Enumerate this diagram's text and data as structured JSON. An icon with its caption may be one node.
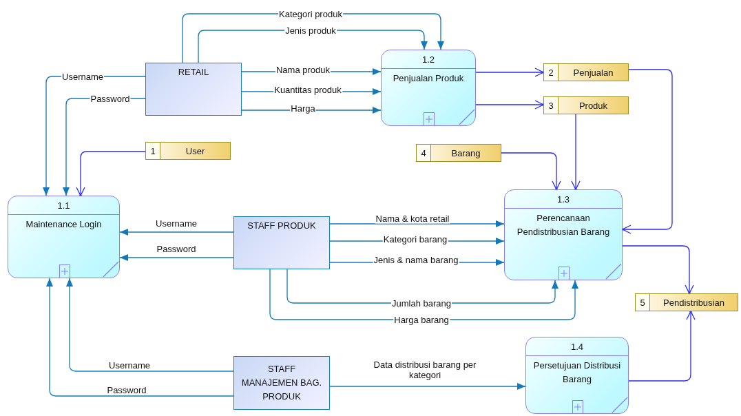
{
  "diagram": {
    "nodes": [
      {
        "text": [
          "RETAIL"
        ]
      },
      {
        "text": [
          "1.2",
          "Penjualan Produk"
        ]
      },
      {
        "text": [
          "2",
          "Penjualan"
        ]
      },
      {
        "text": [
          "3",
          "Produk"
        ]
      },
      {
        "text": [
          "1",
          "User"
        ]
      },
      {
        "text": [
          "4",
          "Barang"
        ]
      },
      {
        "text": [
          "1.1",
          "Maintenance Login"
        ]
      },
      {
        "text": [
          "STAFF PRODUK"
        ]
      },
      {
        "text": [
          "1.3",
          "Perencanaan Pendistribusian Barang"
        ]
      },
      {
        "text": [
          "5",
          "Pendistribusian"
        ]
      },
      {
        "text": [
          "STAFF MANAJEMEN BAG. PRODUK"
        ]
      },
      {
        "text": [
          "1.4",
          "Persetujuan Distribusi Barang"
        ]
      }
    ],
    "edges": [
      {
        "from": 0,
        "to": 1,
        "arrow": "to",
        "label": "Kategori produk"
      },
      {
        "from": 0,
        "to": 1,
        "arrow": "to",
        "label": "Jenis produk"
      },
      {
        "from": 0,
        "to": 1,
        "arrow": "to",
        "label": "Nama produk"
      },
      {
        "from": 0,
        "to": 1,
        "arrow": "to",
        "label": "Kuantitas produk"
      },
      {
        "from": 0,
        "to": 1,
        "arrow": "to",
        "label": "Harga"
      },
      {
        "from": 0,
        "to": 6,
        "arrow": "to",
        "label": "Username"
      },
      {
        "from": 0,
        "to": 6,
        "arrow": "to",
        "label": "Password"
      },
      {
        "from": 1,
        "to": 2,
        "arrow": "to",
        "color": "#2a2af0"
      },
      {
        "from": 1,
        "to": 3,
        "arrow": "to",
        "color": "#2a2af0"
      },
      {
        "from": 4,
        "to": 6,
        "arrow": "to",
        "color": "#2a2af0"
      },
      {
        "from": 2,
        "to": 8,
        "arrow": "to",
        "color": "#2a2af0"
      },
      {
        "from": 3,
        "to": 8,
        "arrow": "to",
        "color": "#2a2af0"
      },
      {
        "from": 5,
        "to": 8,
        "arrow": "to",
        "color": "#2a2af0"
      },
      {
        "from": 7,
        "to": 6,
        "arrow": "to",
        "label": "Username"
      },
      {
        "from": 7,
        "to": 6,
        "arrow": "to",
        "label": "Password"
      },
      {
        "from": 7,
        "to": 8,
        "arrow": "to",
        "label": "Nama & kota retail"
      },
      {
        "from": 7,
        "to": 8,
        "arrow": "to",
        "label": "Kategori barang"
      },
      {
        "from": 7,
        "to": 8,
        "arrow": "to",
        "label": "Jenis & nama barang"
      },
      {
        "from": 7,
        "to": 8,
        "arrow": "to",
        "label": "Jumlah barang"
      },
      {
        "from": 7,
        "to": 8,
        "arrow": "to",
        "label": "Harga barang"
      },
      {
        "from": 8,
        "to": 9,
        "arrow": "to",
        "color": "#2a2af0"
      },
      {
        "from": 10,
        "to": 6,
        "arrow": "to",
        "label": "Username"
      },
      {
        "from": 10,
        "to": 6,
        "arrow": "to",
        "label": "Password"
      },
      {
        "from": 10,
        "to": 11,
        "arrow": "to",
        "label": "Data distribusi barang per kategori"
      },
      {
        "from": 11,
        "to": 9,
        "arrow": "to",
        "color": "#2a2af0"
      }
    ]
  }
}
